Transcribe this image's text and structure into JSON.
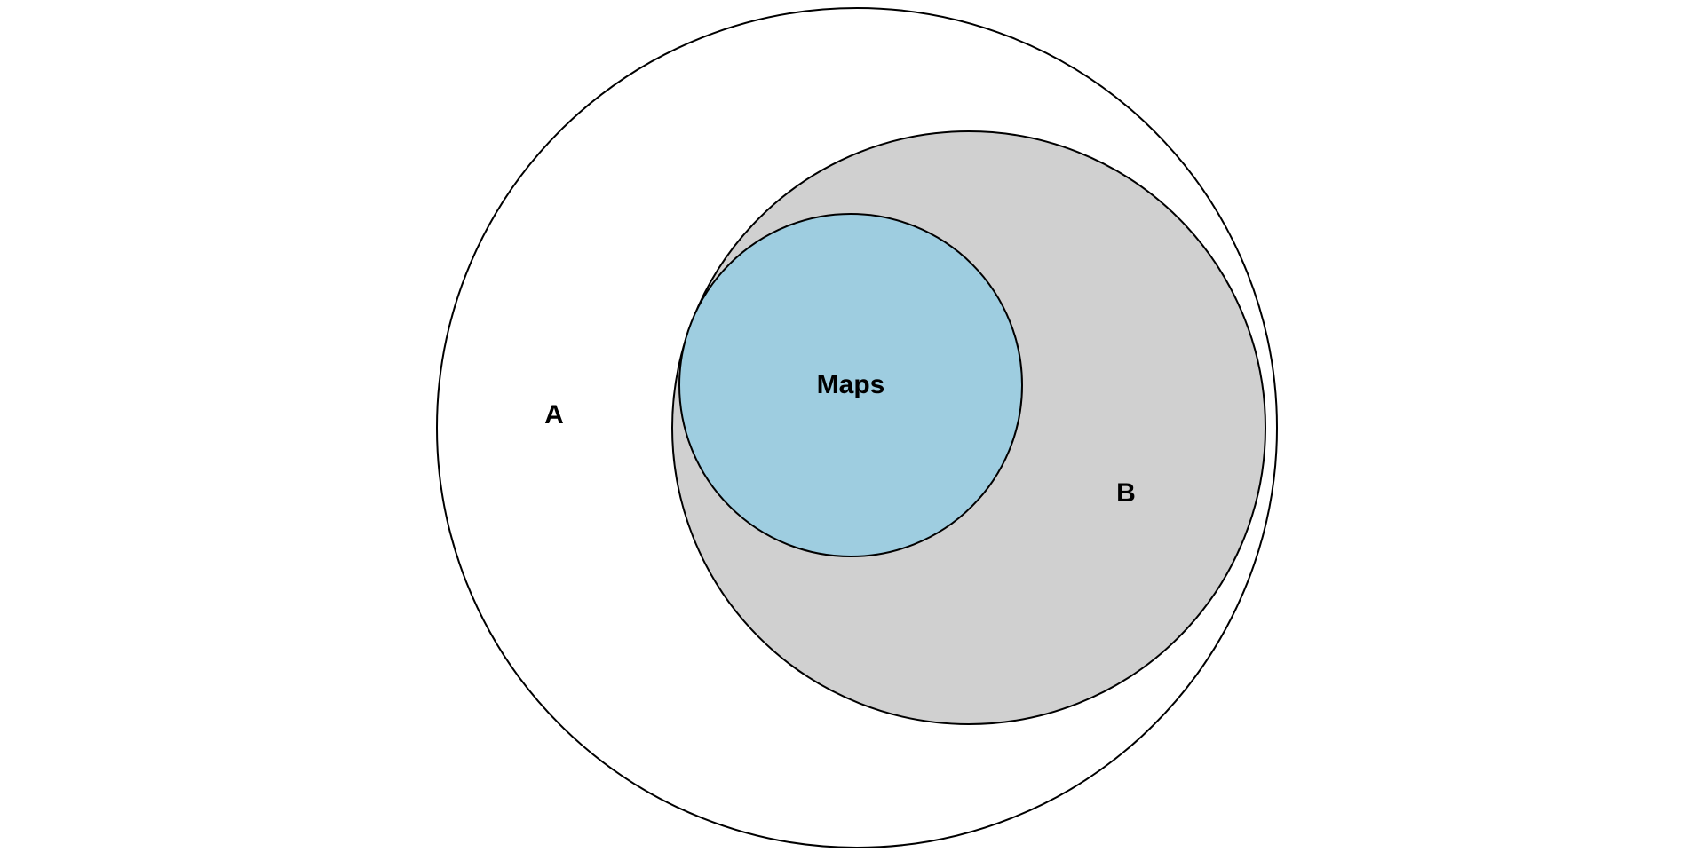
{
  "diagram": {
    "type": "nested-set-diagram",
    "sets": [
      {
        "id": "A",
        "label": "A",
        "fill": "#ffffff",
        "contains": [
          "B"
        ]
      },
      {
        "id": "B",
        "label": "B",
        "fill": "#d0d0d0",
        "contains": [
          "Maps"
        ]
      },
      {
        "id": "Maps",
        "label": "Maps",
        "fill": "#9ecde0",
        "contains": []
      }
    ],
    "colors": {
      "stroke": "#000000",
      "background": "#ffffff"
    }
  }
}
